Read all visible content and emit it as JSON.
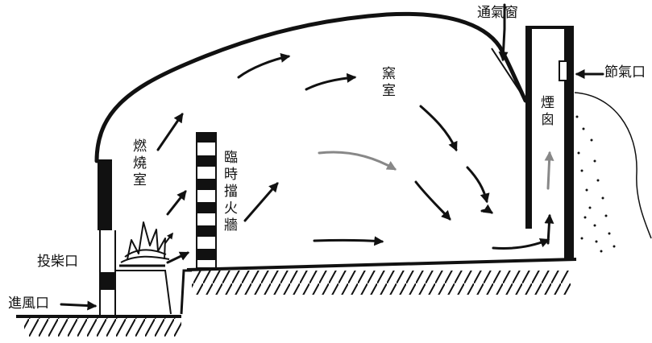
{
  "labels": {
    "vent_window": "通氣窗",
    "damper": "節氣口",
    "kiln_chamber": "窯室",
    "chimney": "煙囪",
    "firebox": "燃燒室",
    "temp_fire_wall": "臨時擋火牆",
    "fuel_port": "投柴口",
    "air_inlet": "進風口"
  },
  "colors": {
    "ink": "#111111",
    "gray_arrow": "#888888",
    "background": "#ffffff"
  }
}
